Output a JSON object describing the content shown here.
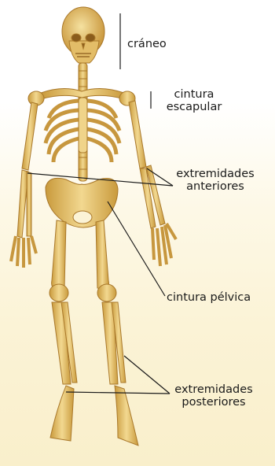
{
  "labels": {
    "skull": "cráneo",
    "shoulder_girdle_1": "cintura",
    "shoulder_girdle_2": "escapular",
    "upper_limbs_1": "extremidades",
    "upper_limbs_2": "anteriores",
    "pelvic_girdle": "cintura pélvica",
    "lower_limbs_1": "extremidades",
    "lower_limbs_2": "posteriores"
  },
  "colors": {
    "bone": "#e7c46b",
    "bone_dark": "#b88a2e",
    "bone_light": "#f3dc96",
    "leader_line": "#1a1a1a"
  }
}
